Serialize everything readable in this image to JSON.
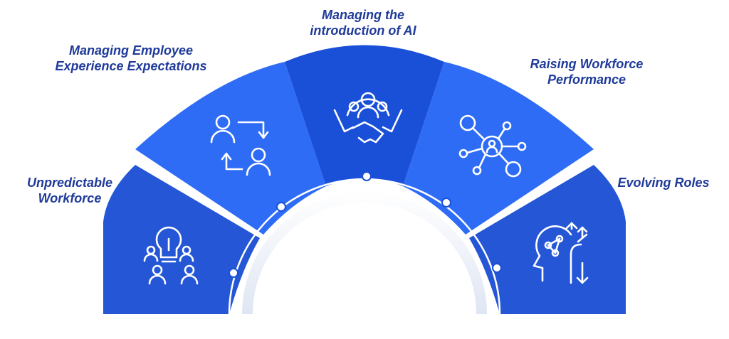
{
  "segments": [
    {
      "line1": "Unpredictable",
      "line2": "Workforce",
      "color": "#2456d6",
      "icon": "lightbulb-team-icon"
    },
    {
      "line1": "Managing Employee",
      "line2": "Experience Expectations",
      "color": "#2e6cf6",
      "icon": "people-exchange-icon"
    },
    {
      "line1": "Managing the",
      "line2": "introduction of AI",
      "color": "#1a4fd8",
      "icon": "gear-handshake-icon"
    },
    {
      "line1": "Raising Workforce",
      "line2": "Performance",
      "color": "#2e6cf6",
      "icon": "people-network-icon"
    },
    {
      "line1": "Evolving Roles",
      "line2": "",
      "color": "#2456d6",
      "icon": "head-arrows-icon"
    }
  ],
  "colors": {
    "label": "#1f3a9a",
    "icon": "#ffffff",
    "base": "#1f4fcf"
  }
}
